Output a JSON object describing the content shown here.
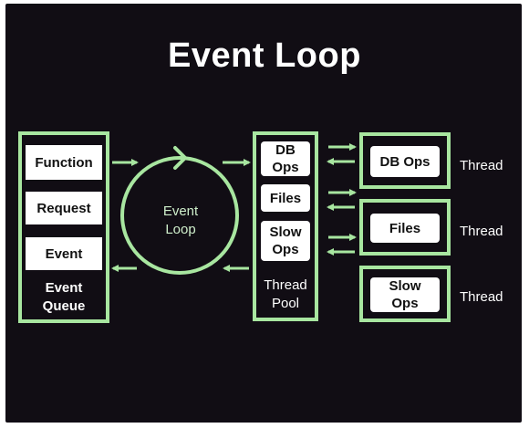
{
  "title": "Event Loop",
  "event_queue": {
    "items": [
      "Function",
      "Request",
      "Event"
    ],
    "label_line1": "Event",
    "label_line2": "Queue"
  },
  "event_loop": {
    "label_line1": "Event",
    "label_line2": "Loop"
  },
  "thread_pool": {
    "items": [
      {
        "line1": "DB",
        "line2": "Ops"
      },
      {
        "line1": "Files",
        "line2": ""
      },
      {
        "line1": "Slow",
        "line2": "Ops"
      }
    ],
    "label_line1": "Thread",
    "label_line2": "Pool"
  },
  "threads": [
    {
      "task_line1": "DB Ops",
      "task_line2": "",
      "label": "Thread"
    },
    {
      "task_line1": "Files",
      "task_line2": "",
      "label": "Thread"
    },
    {
      "task_line1": "Slow",
      "task_line2": "Ops",
      "label": "Thread"
    }
  ],
  "colors": {
    "background": "#110d14",
    "accent_green": "#a8e6a0",
    "box_fill": "#ffffff"
  }
}
